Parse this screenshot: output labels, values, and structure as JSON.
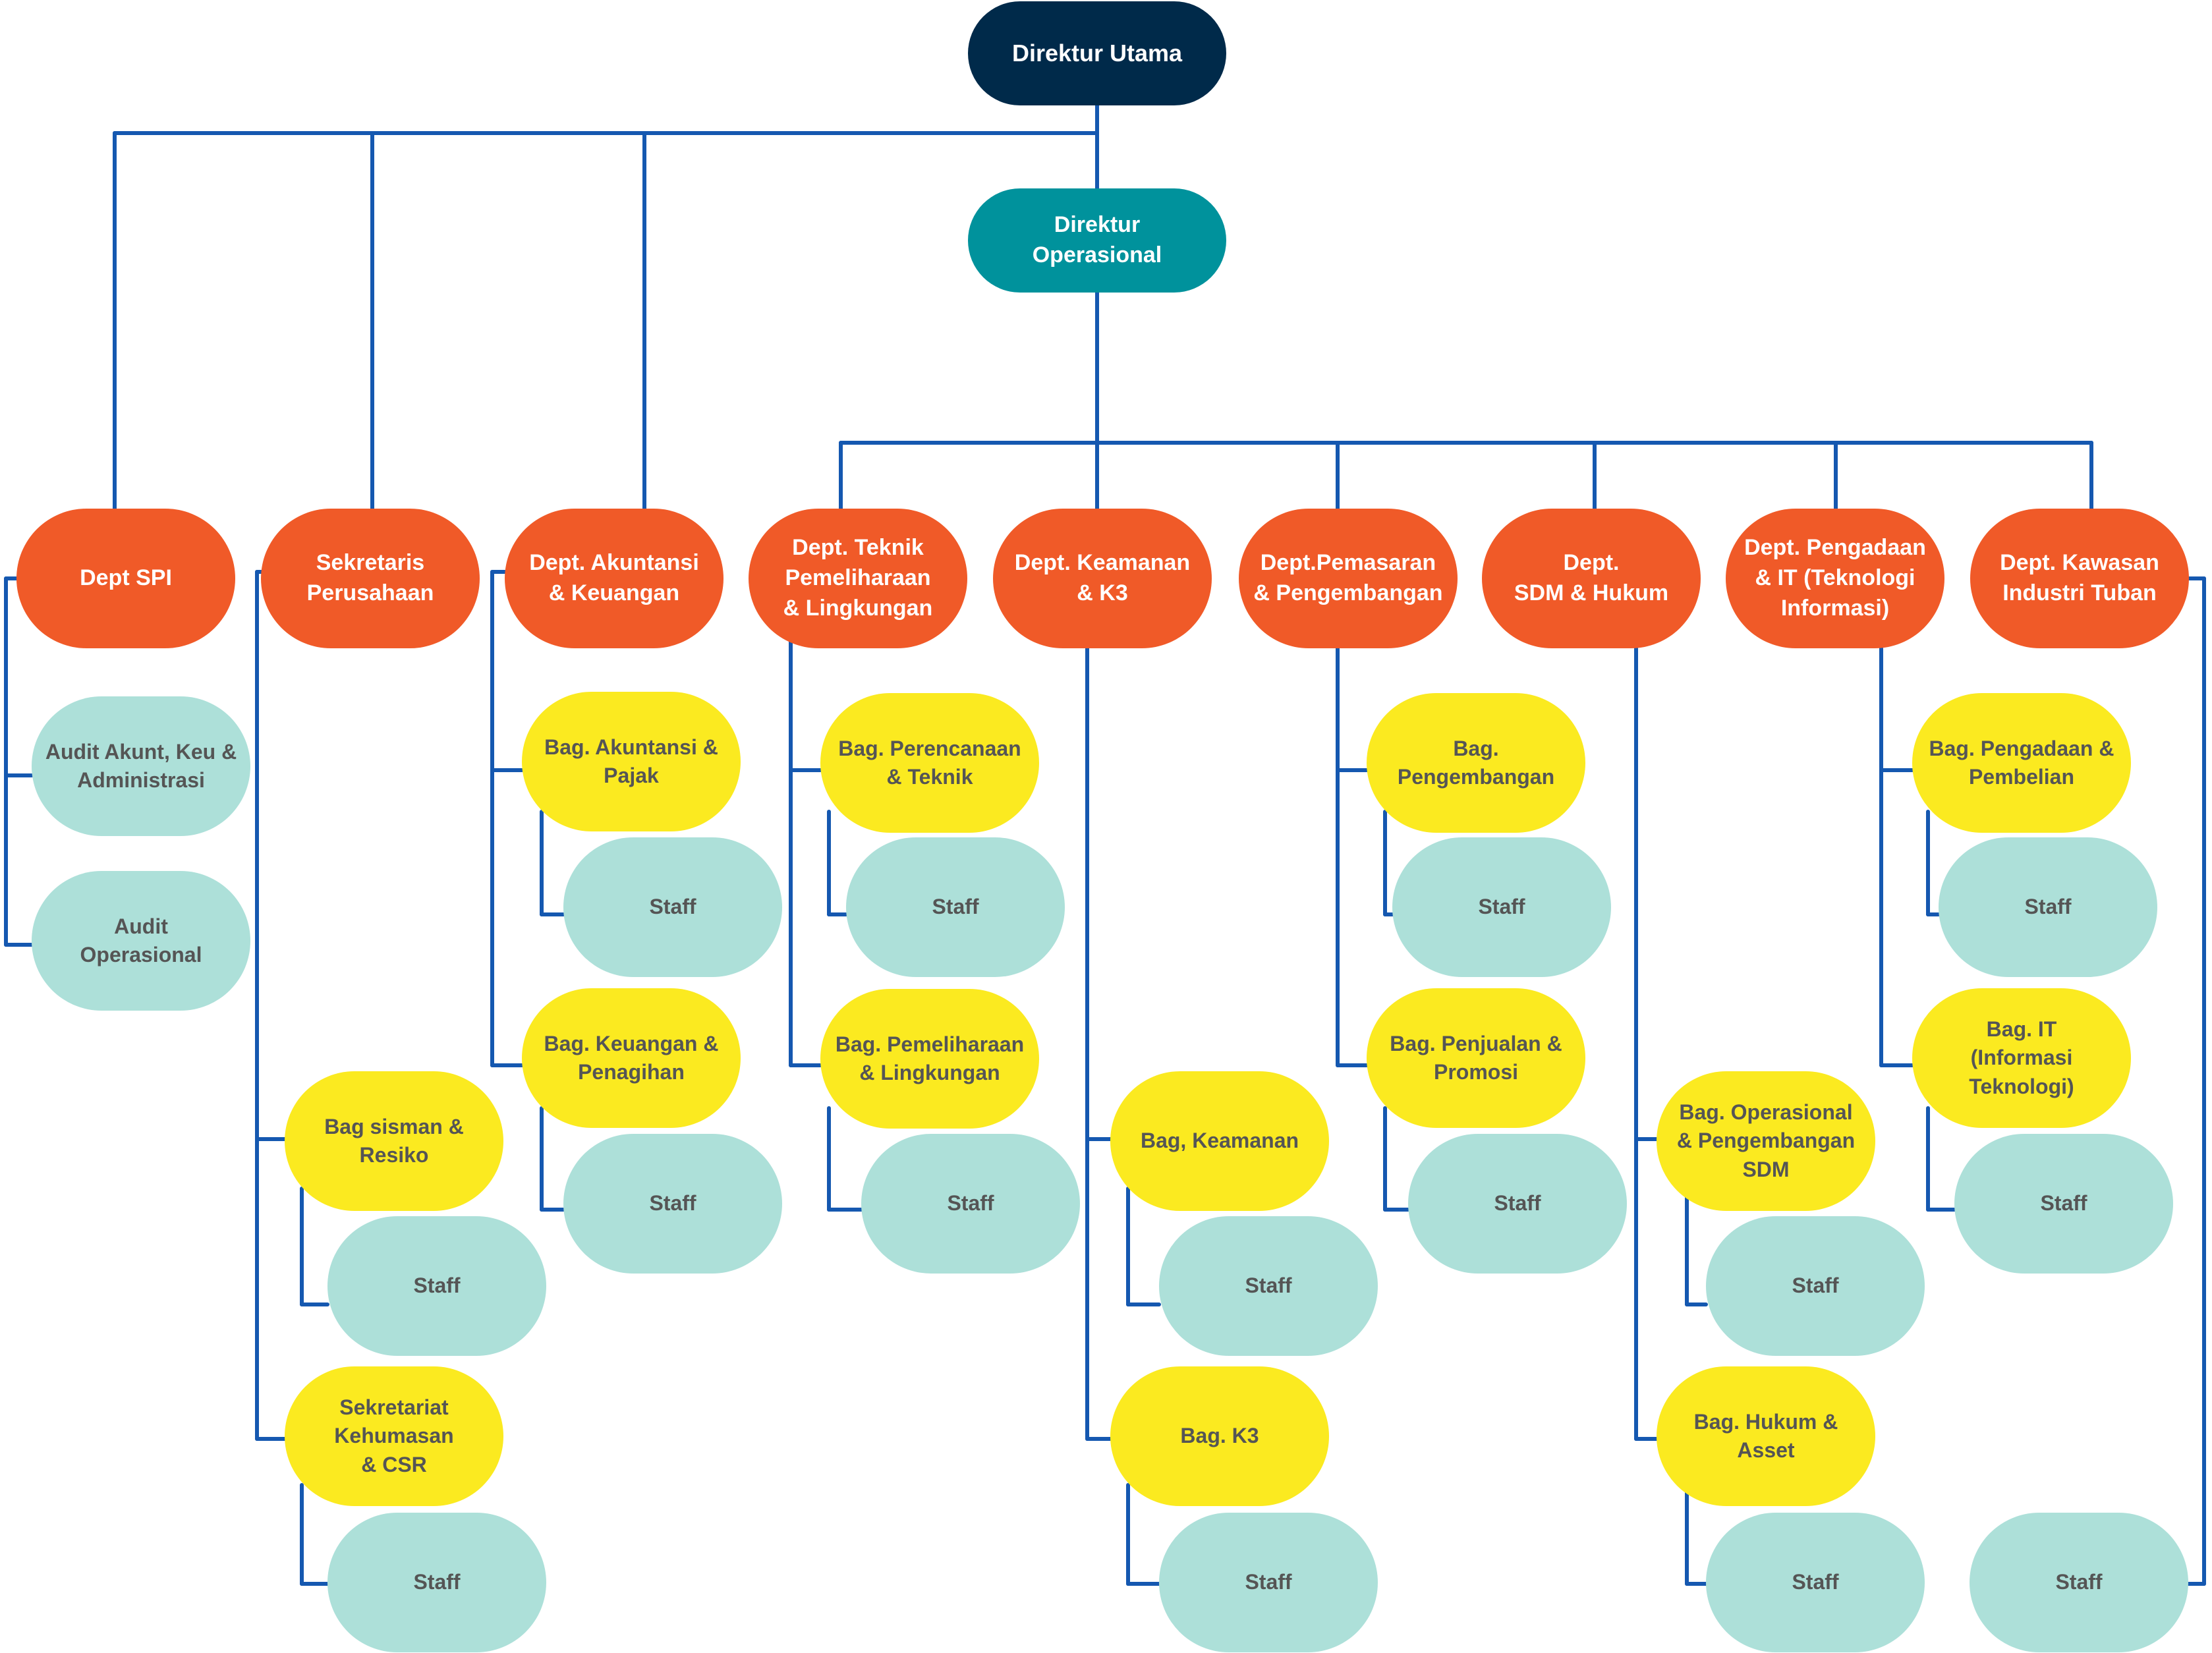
{
  "colors": {
    "connector": "#1558b0",
    "top": "#002a4a",
    "ops": "#00929c",
    "dept": "#f05a28",
    "bag": "#fbea20",
    "staff": "#ade0d9"
  },
  "nodes": {
    "direktur_utama": "Direktur Utama",
    "direktur_operasional": "Direktur\nOperasional",
    "dept_spi": "Dept SPI",
    "sekretaris": "Sekretaris\nPerusahaan",
    "dept_akuntansi": "Dept. Akuntansi\n& Keuangan",
    "dept_teknik": "Dept. Teknik\nPemeliharaan\n& Lingkungan",
    "dept_keamanan": "Dept. Keamanan\n& K3",
    "dept_pemasaran": "Dept.Pemasaran\n& Pengembangan",
    "dept_sdm": "Dept.\nSDM & Hukum",
    "dept_pengadaan": "Dept. Pengadaan\n& IT (Teknologi\nInformasi)",
    "dept_kawasan": "Dept. Kawasan\nIndustri Tuban",
    "audit_akunt": "Audit Akunt, Keu &\nAdministrasi",
    "audit_ops": "Audit\nOperasional",
    "bag_sisman": "Bag sisman &\nResiko",
    "sekretariat": "Sekretariat\nKehumasan\n& CSR",
    "bag_akuntansi": "Bag. Akuntansi &\nPajak",
    "bag_keuangan": "Bag. Keuangan &\nPenagihan",
    "bag_perencanaan": "Bag. Perencanaan\n& Teknik",
    "bag_pemeliharaan": "Bag. Pemeliharaan\n& Lingkungan",
    "bag_keamanan": "Bag, Keamanan",
    "bag_k3": "Bag. K3",
    "bag_pengembangan": "Bag.\nPengembangan",
    "bag_penjualan": "Bag. Penjualan &\nPromosi",
    "bag_operasional_sdm": "Bag. Operasional\n& Pengembangan\nSDM",
    "bag_hukum": "Bag. Hukum &\nAsset",
    "bag_pengadaan": "Bag. Pengadaan &\nPembelian",
    "bag_it": "Bag. IT\n(Informasi\nTeknologi)",
    "staff": "Staff"
  }
}
